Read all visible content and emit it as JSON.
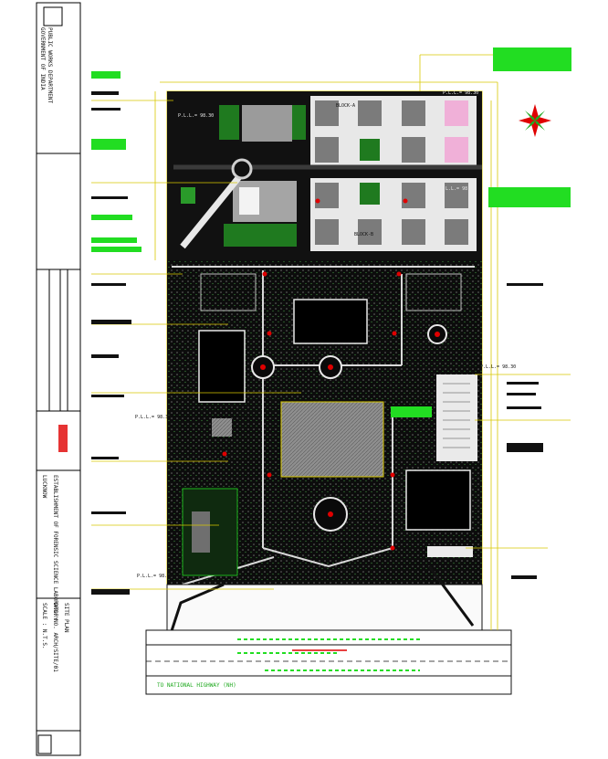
{
  "title_block": {
    "department": "PUBLIC WORKS DEPARTMENT",
    "government": "GOVERNMENT OF INDIA",
    "project": "ESTABLISHMENT OF FORENSIC SCIENCE LABORATORY",
    "location": "LUCKNOW",
    "drawing_title": "SITE PLAN",
    "drawing_no": "DRG. NO. ARCH/SITE/01",
    "scale": "SCALE : N.T.S."
  },
  "labels": {
    "highway": "TO NATIONAL HIGHWAY (NH)",
    "plinth_a": "P.L.L.= 98.30",
    "plinth_b": "P.L.L.= 98.30",
    "plinth_c": "P.L.L.= 98.30",
    "plinth_d": "P.L.L.= 98.30",
    "plinth_e": "P.L.L.= 98.30",
    "plinth_f": "P.L.L.= 98.30",
    "block_a": "BLOCK-A",
    "block_b": "BLOCK-B"
  },
  "colors": {
    "lime": "#22dd22",
    "red": "#e00000",
    "yellow": "#d8c800",
    "dark": "#0a0a0a",
    "gray": "#9a9a9a"
  },
  "icons": [
    "north-arrow-icon"
  ]
}
